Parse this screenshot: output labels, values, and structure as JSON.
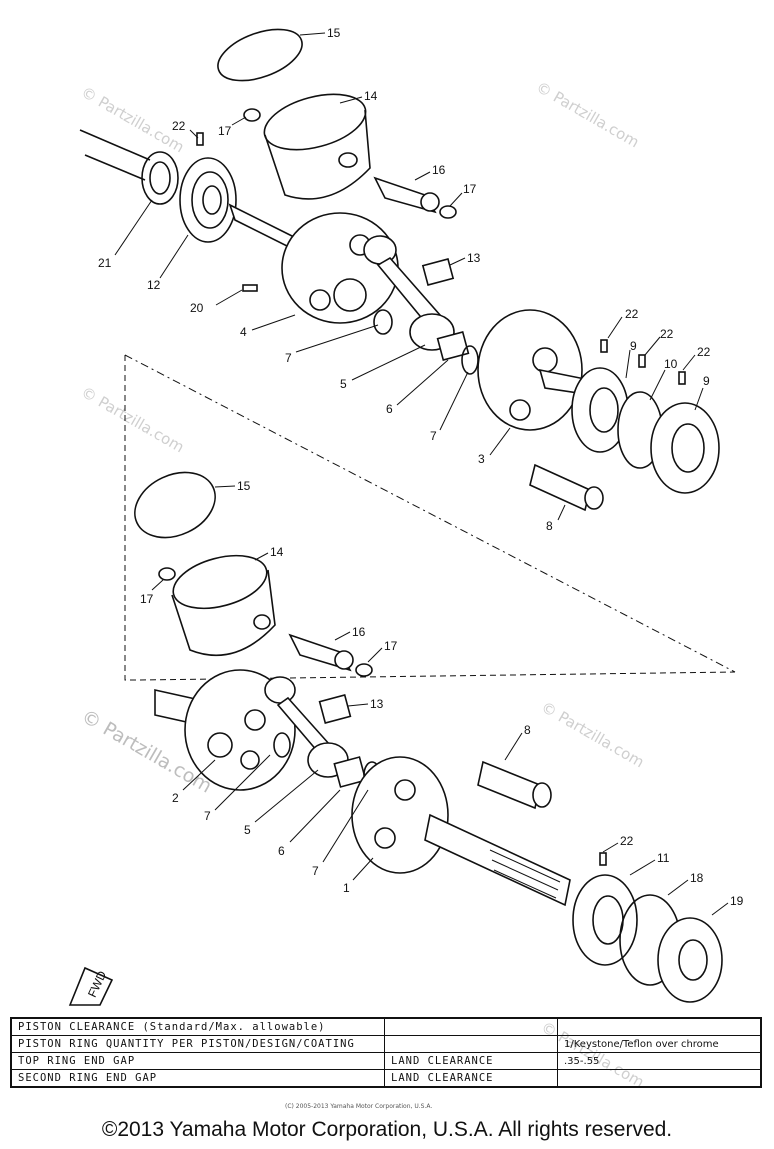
{
  "diagram": {
    "callouts_top": [
      "15",
      "14",
      "17",
      "22",
      "16",
      "17",
      "21",
      "12",
      "13",
      "20",
      "4",
      "7",
      "5",
      "6",
      "7",
      "3",
      "22",
      "22",
      "9",
      "10",
      "22",
      "9",
      "8"
    ],
    "callouts_bottom": [
      "15",
      "14",
      "17",
      "16",
      "17",
      "13",
      "8",
      "2",
      "7",
      "5",
      "6",
      "7",
      "1",
      "22",
      "11",
      "18",
      "19"
    ],
    "fwd_label": "FWD"
  },
  "watermarks": {
    "small": "© Partzilla.com",
    "large": "© Partzilla.com"
  },
  "spec_table": {
    "rows": [
      {
        "label": "PISTON CLEARANCE (Standard/Max. allowable)",
        "mid": "",
        "value": ""
      },
      {
        "label": "PISTON RING QUANTITY PER PISTON/DESIGN/COATING",
        "mid": "",
        "value": "1/Keystone/Teflon over chrome"
      },
      {
        "label": "TOP RING END GAP",
        "mid": "LAND CLEARANCE",
        "value": ".35-.55"
      },
      {
        "label": "SECOND RING END GAP",
        "mid": "LAND CLEARANCE",
        "value": ""
      }
    ]
  },
  "tiny_note": "(C) 2005-2013 Yamaha Motor Corporation, U.S.A.",
  "copyright": "©2013 Yamaha Motor Corporation, U.S.A. All rights reserved."
}
